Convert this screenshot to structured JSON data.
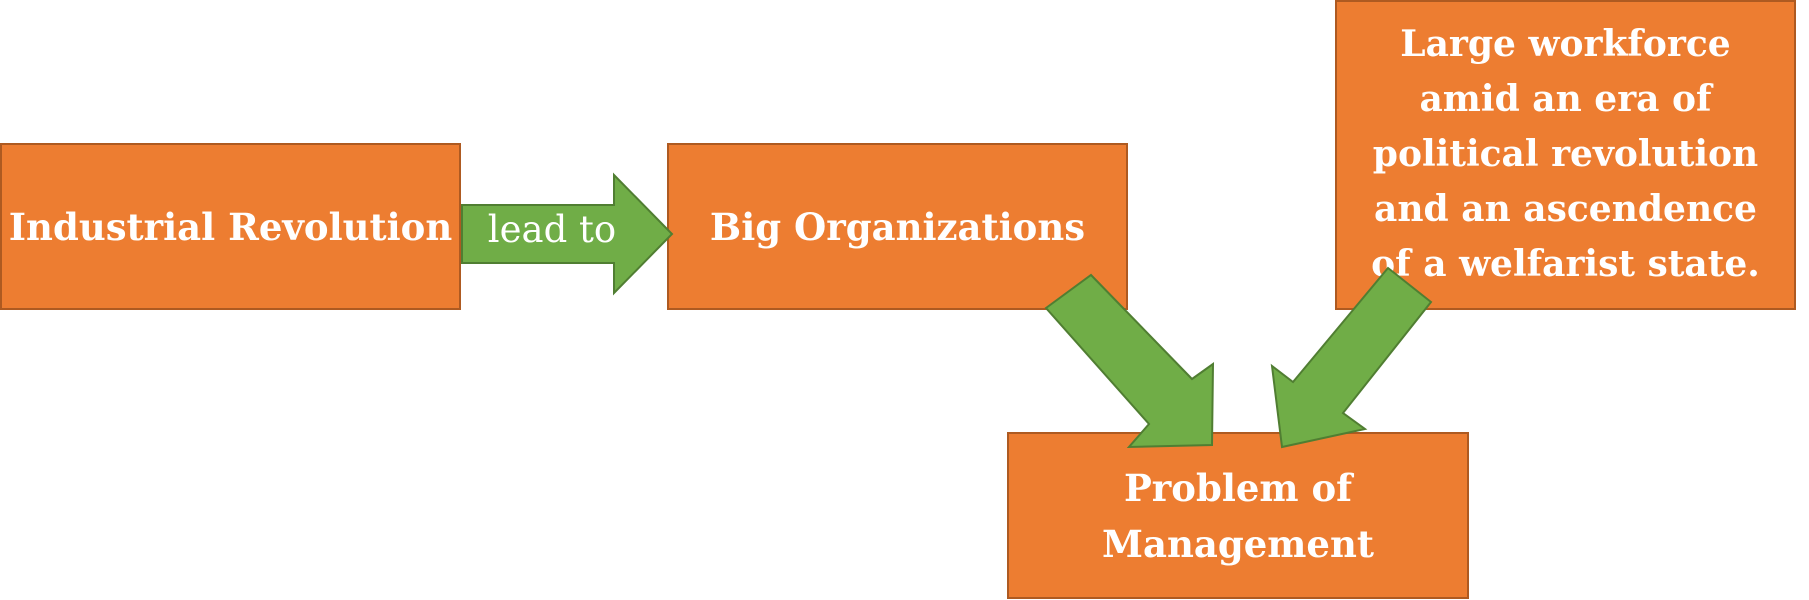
{
  "diagram": {
    "boxes": {
      "industrial": "Industrial Revolution",
      "big_org": "Big Organizations",
      "large_workforce": "Large workforce amid an era of political revolution and an ascendence of a welfarist state.",
      "problem": "Problem of Management"
    },
    "arrow_label": "lead to"
  },
  "colors": {
    "box_fill": "#ED7D31",
    "box_border": "#AE5A21",
    "arrow_fill": "#70AD47",
    "arrow_border": "#507E32",
    "text": "#FFFFFF"
  }
}
